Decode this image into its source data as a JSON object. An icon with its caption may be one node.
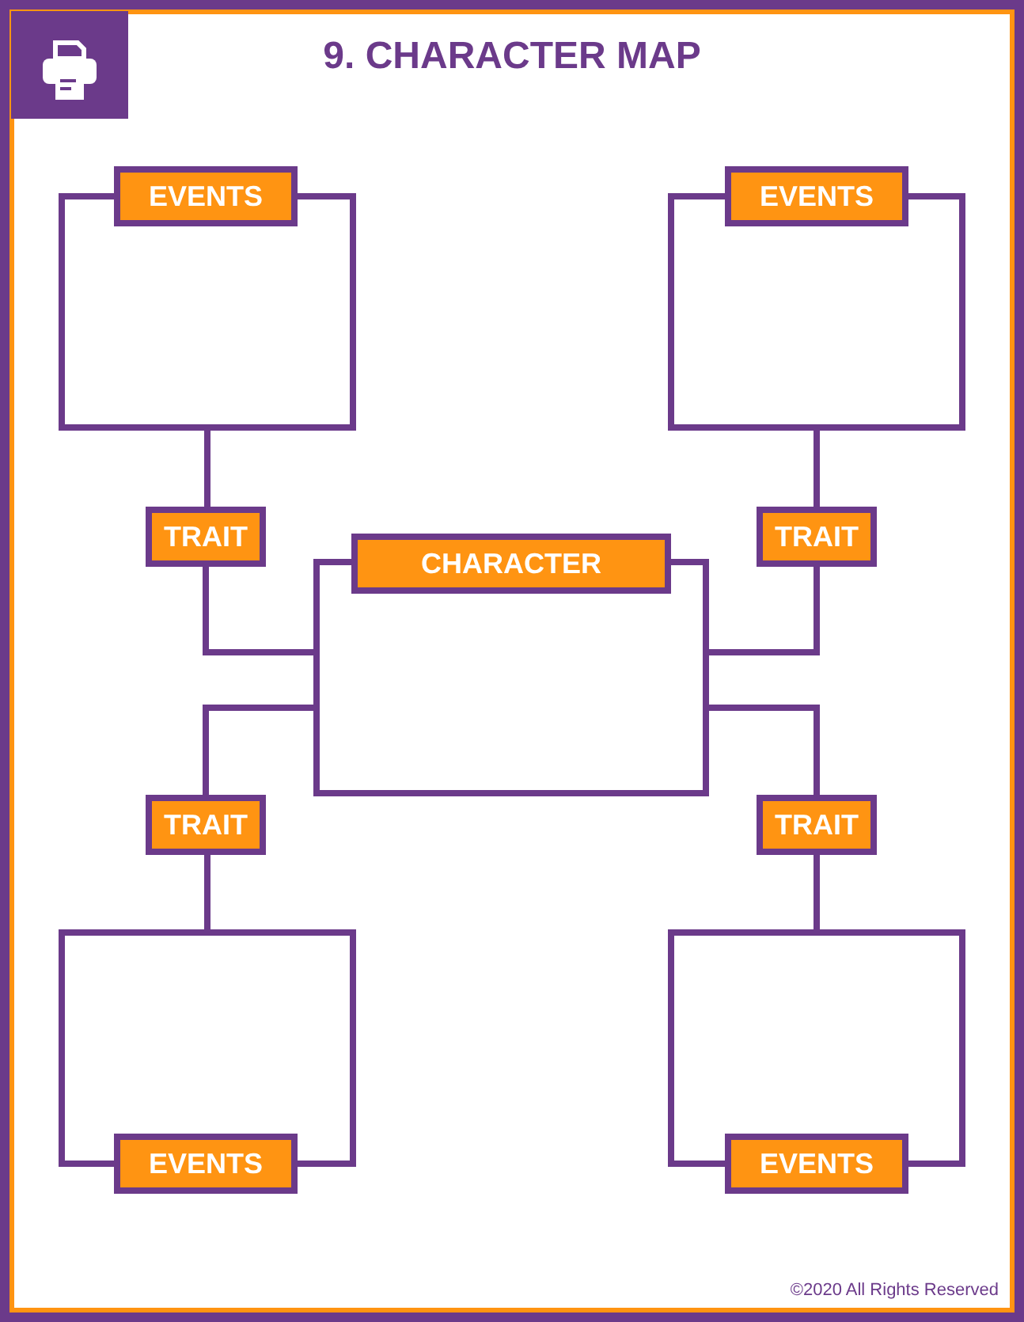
{
  "diagram": {
    "title": "9. CHARACTER MAP",
    "nodes": [
      {
        "text": [
          "EVENTS"
        ]
      },
      {
        "text": [
          "EVENTS"
        ]
      },
      {
        "text": [
          "TRAIT"
        ]
      },
      {
        "text": [
          "CHARACTER"
        ]
      },
      {
        "text": [
          "TRAIT"
        ]
      },
      {
        "text": [
          "TRAIT"
        ]
      },
      {
        "text": [
          "TRAIT"
        ]
      },
      {
        "text": [
          "EVENTS"
        ]
      },
      {
        "text": [
          "EVENTS"
        ]
      }
    ],
    "edges": [
      {
        "from": 0,
        "to": 2,
        "arrow": "none"
      },
      {
        "from": 2,
        "to": 3,
        "arrow": "none"
      },
      {
        "from": 1,
        "to": 4,
        "arrow": "none"
      },
      {
        "from": 4,
        "to": 3,
        "arrow": "none"
      },
      {
        "from": 5,
        "to": 3,
        "arrow": "none"
      },
      {
        "from": 6,
        "to": 3,
        "arrow": "none"
      },
      {
        "from": 7,
        "to": 5,
        "arrow": "none"
      },
      {
        "from": 8,
        "to": 6,
        "arrow": "none"
      }
    ],
    "labels": [
      "©2020 All Rights Reserved"
    ]
  }
}
